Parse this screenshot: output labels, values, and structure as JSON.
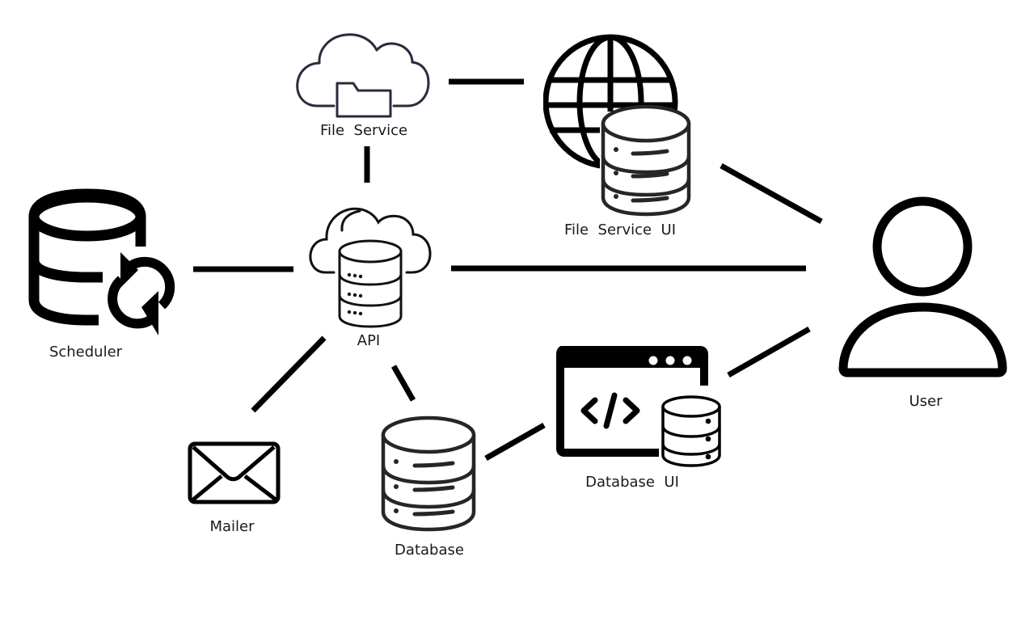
{
  "diagram": {
    "type": "architecture",
    "nodes": [
      {
        "id": "file-service",
        "label": "File  Service",
        "icon": "cloud-folder-icon"
      },
      {
        "id": "file-service-ui",
        "label": "File  Service  UI",
        "icon": "globe-database-icon"
      },
      {
        "id": "scheduler",
        "label": "Scheduler",
        "icon": "database-sync-icon"
      },
      {
        "id": "api",
        "label": "API",
        "icon": "cloud-database-icon"
      },
      {
        "id": "user",
        "label": "User",
        "icon": "user-icon"
      },
      {
        "id": "mailer",
        "label": "Mailer",
        "icon": "envelope-icon"
      },
      {
        "id": "database",
        "label": "Database",
        "icon": "database-icon"
      },
      {
        "id": "database-ui",
        "label": "Database  UI",
        "icon": "code-window-database-icon"
      }
    ],
    "edges": [
      {
        "from": "file-service",
        "to": "file-service-ui"
      },
      {
        "from": "file-service",
        "to": "api"
      },
      {
        "from": "file-service-ui",
        "to": "user"
      },
      {
        "from": "scheduler",
        "to": "api"
      },
      {
        "from": "api",
        "to": "user"
      },
      {
        "from": "api",
        "to": "mailer"
      },
      {
        "from": "api",
        "to": "database"
      },
      {
        "from": "database",
        "to": "database-ui"
      },
      {
        "from": "database-ui",
        "to": "user"
      }
    ],
    "colors": {
      "stroke": "#000000",
      "cloud_stroke": "#2b2a3d",
      "db_stroke": "#262626",
      "background": "#ffffff"
    }
  }
}
